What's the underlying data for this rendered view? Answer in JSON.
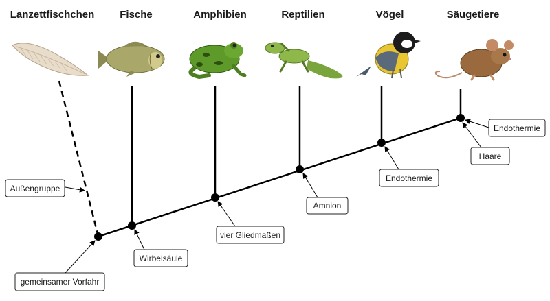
{
  "taxa": [
    {
      "key": "lanzettfischchen",
      "label": "Lanzettfischchen"
    },
    {
      "key": "fische",
      "label": "Fische"
    },
    {
      "key": "amphibien",
      "label": "Amphibien"
    },
    {
      "key": "reptilien",
      "label": "Reptilien"
    },
    {
      "key": "voegel",
      "label": "Vögel"
    },
    {
      "key": "saeugetiere",
      "label": "Säugetiere"
    }
  ],
  "annotations": {
    "outgroup": "Außengruppe",
    "ancestor": "gemeinsamer Vorfahr",
    "vertebral_column": "Wirbelsäule",
    "four_limbs": "vier Gliedmaßen",
    "amnion": "Amnion",
    "endothermy_birds": "Endothermie",
    "hair": "Haare",
    "endothermy_mammals": "Endothermie"
  },
  "colors": {
    "line": "#000000",
    "lancelet": "#e8dccb",
    "fish": "#a9a86a",
    "frog": "#5e9a2a",
    "lizard": "#8fb84a",
    "bird_yellow": "#e8c632",
    "mouse": "#9a6a3e"
  }
}
